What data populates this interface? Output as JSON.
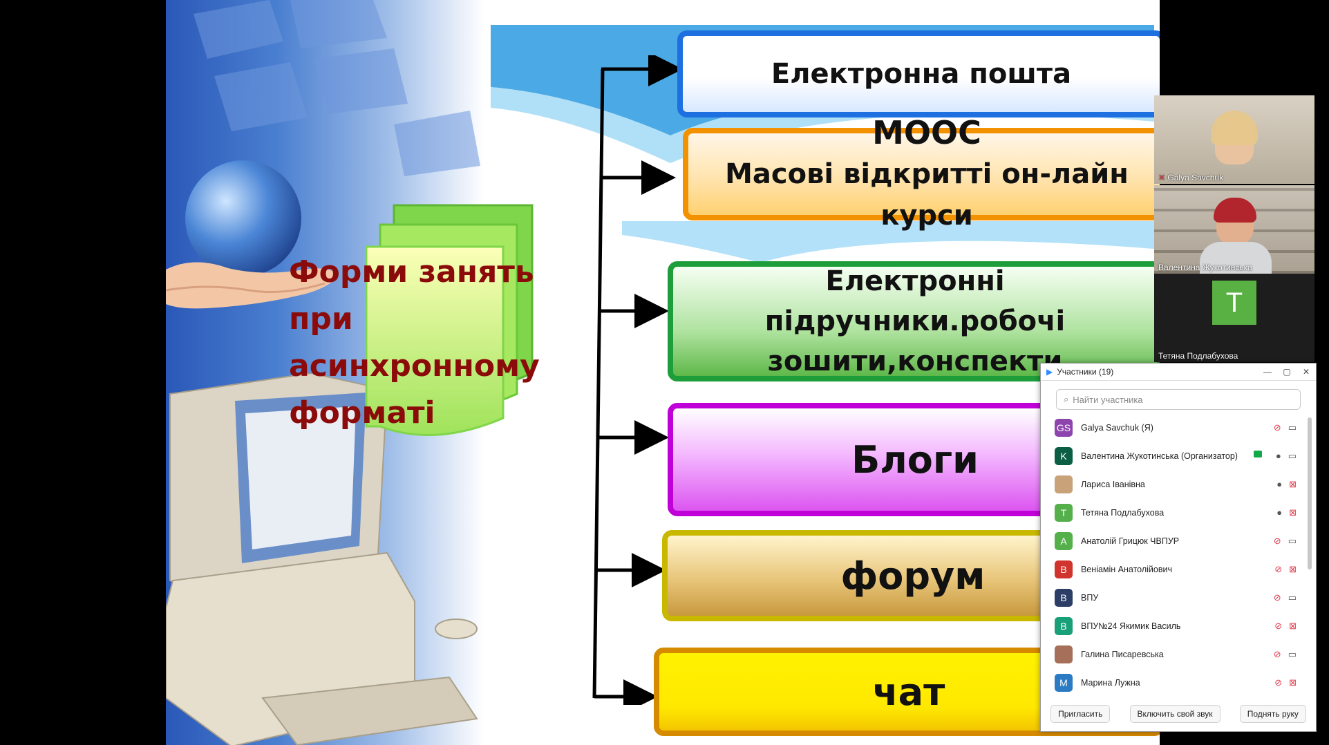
{
  "slide": {
    "title_lines": [
      "Форми занять",
      "при",
      "асинхронному",
      "форматі"
    ],
    "boxes": {
      "email": "Електронна пошта",
      "mooc_line1": "MOOC",
      "mooc_line2": "Масові відкритті он-лайн курси",
      "text_line1": "Електронні підручники.робочі",
      "text_line2": "зошити,конспекти",
      "blog": "Блоги",
      "forum": "форум",
      "chat": "чат"
    }
  },
  "video_tiles": [
    {
      "name": "Galya Savchuk"
    },
    {
      "name": "Валентина Жукотинська"
    },
    {
      "name": "Тетяна Подлабухова",
      "initial": "T"
    }
  ],
  "participants_panel": {
    "title": "Участники (19)",
    "search_placeholder": "Найти участника",
    "participants": [
      {
        "initials": "GS",
        "name": "Galya Savchuk (Я)",
        "color": "#8e44ad",
        "mic": "off",
        "cam": "on"
      },
      {
        "initials": "K",
        "name": "Валентина Жукотинська (Организатор)",
        "color": "#0b5d43",
        "mic": "on",
        "cam": "on",
        "host": true
      },
      {
        "initials": "",
        "name": "Лариса Іванівна",
        "color": "#c9a27a",
        "mic": "on",
        "cam": "off"
      },
      {
        "initials": "T",
        "name": "Тетяна Подлабухова",
        "color": "#55b04c",
        "mic": "on",
        "cam": "off"
      },
      {
        "initials": "A",
        "name": "Анатолій Грицюк  ЧВПУР",
        "color": "#55b04c",
        "mic": "off",
        "cam": "on"
      },
      {
        "initials": "B",
        "name": "Веніамін Анатолійович",
        "color": "#d0342c",
        "mic": "off",
        "cam": "off"
      },
      {
        "initials": "B",
        "name": "ВПУ",
        "color": "#2c3e66",
        "mic": "off",
        "cam": "on"
      },
      {
        "initials": "B",
        "name": "ВПУ№24 Якимик Василь",
        "color": "#19a078",
        "mic": "off",
        "cam": "off"
      },
      {
        "initials": "",
        "name": "Галина Писаревська",
        "color": "#a66f5a",
        "mic": "off",
        "cam": "on"
      },
      {
        "initials": "M",
        "name": "Марина Лужна",
        "color": "#2b7bc4",
        "mic": "off",
        "cam": "off"
      }
    ],
    "buttons": {
      "invite": "Пригласить",
      "unmute": "Включить свой звук",
      "raise_hand": "Поднять руку"
    }
  }
}
